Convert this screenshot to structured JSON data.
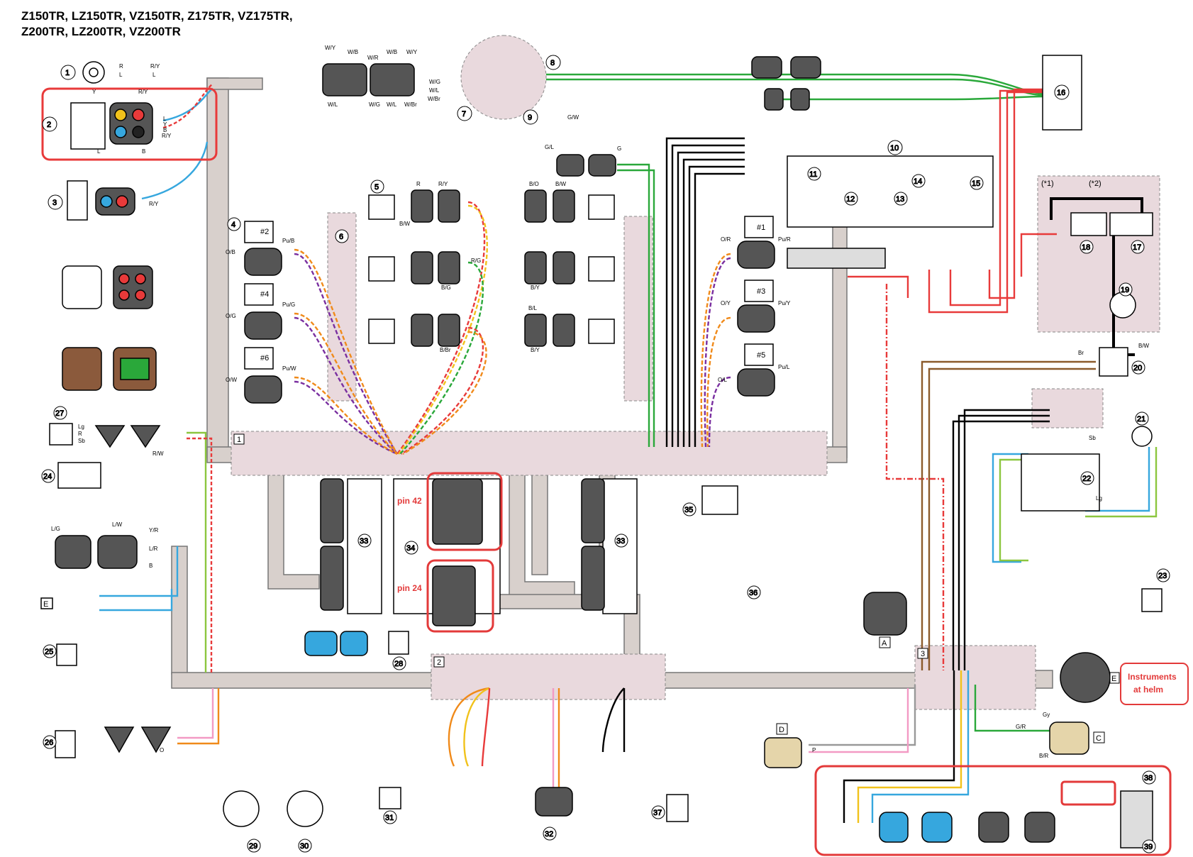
{
  "title_lines": [
    "Z150TR, LZ150TR, VZ150TR, Z175TR, VZ175TR,",
    "Z200TR, LZ200TR, VZ200TR"
  ],
  "callouts": {
    "pin42": "pin 42",
    "pin24": "pin 24",
    "instruments_line1": "Instruments",
    "instruments_line2": "at helm"
  },
  "variants": {
    "v1": "(*1)",
    "v2": "(*2)"
  },
  "section_markers": [
    "1",
    "2",
    "3"
  ],
  "letter_markers": [
    "A",
    "C",
    "D",
    "E"
  ],
  "component_numbers": [
    "1",
    "2",
    "3",
    "4",
    "5",
    "6",
    "7",
    "8",
    "9",
    "10",
    "11",
    "12",
    "13",
    "14",
    "15",
    "16",
    "17",
    "18",
    "19",
    "20",
    "21",
    "22",
    "23",
    "24",
    "25",
    "26",
    "27",
    "28",
    "29",
    "30",
    "31",
    "32",
    "33",
    "34",
    "35",
    "36",
    "37",
    "38",
    "39"
  ],
  "cylinder_labels": [
    "#1",
    "#2",
    "#3",
    "#4",
    "#5",
    "#6"
  ],
  "wire_codes": {
    "left_top": [
      "R/Y",
      "L",
      "R",
      "L",
      "R/Y"
    ],
    "relay2": [
      "Y",
      "R/Y",
      "L",
      "Y",
      "B",
      "R/Y",
      "L",
      "B"
    ],
    "coil_left": [
      "O/B",
      "Pu/B",
      "O/G",
      "Pu/G",
      "O/W",
      "Pu/W"
    ],
    "coil_right": [
      "O/R",
      "Pu/R",
      "O/Y",
      "Pu/Y",
      "O/L",
      "Pu/L"
    ],
    "stator": [
      "W/Y",
      "W/B",
      "W/R",
      "W/B",
      "W/Y",
      "W/G",
      "W/L",
      "W/Br",
      "W/L",
      "W/G",
      "W/L",
      "W/Br"
    ],
    "injectors": [
      "R",
      "R/Y",
      "B/W",
      "B/O",
      "B/W",
      "B/Y",
      "R/G",
      "B/G",
      "B/Y",
      "B/Br",
      "B/L"
    ],
    "pulser": [
      "G/L",
      "G/W",
      "G"
    ],
    "switch27": [
      "Lg",
      "R",
      "Sb",
      "R/W"
    ],
    "group24": [
      "L/G",
      "L/W",
      "Y/R",
      "L/R",
      "B"
    ],
    "misc": [
      "Br",
      "B/W",
      "Gy",
      "P",
      "O",
      "Sb",
      "Lg",
      "G/R",
      "B/R"
    ]
  }
}
